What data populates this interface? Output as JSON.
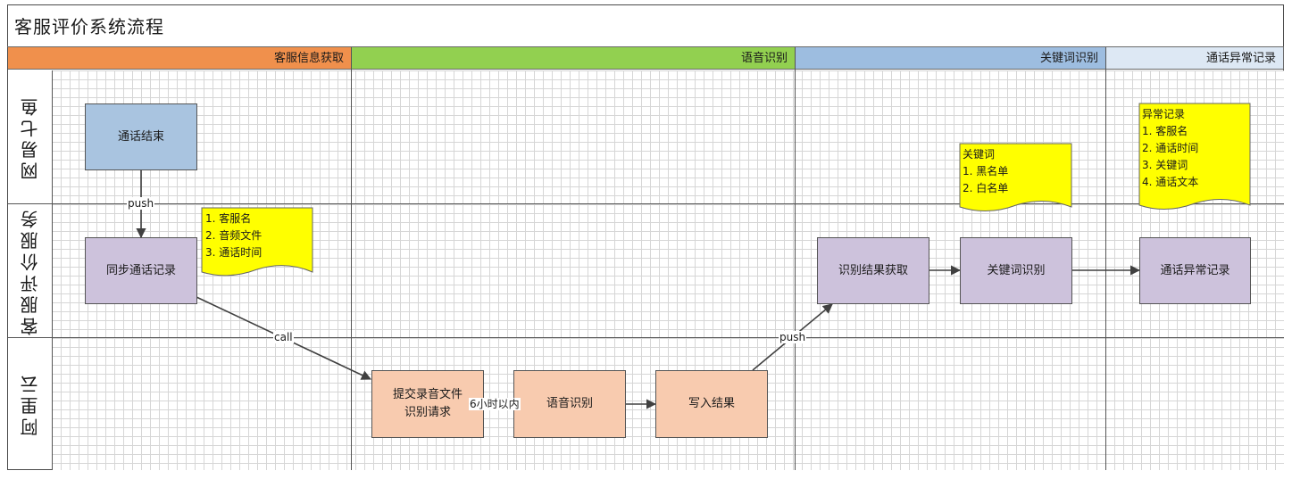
{
  "title": "客服评价系统流程",
  "phases": [
    {
      "label": "客服信息获取",
      "color": "#f0904c"
    },
    {
      "label": "语音识别",
      "color": "#92d050"
    },
    {
      "label": "关键词识别",
      "color": "#9dbde0"
    },
    {
      "label": "通话异常记录",
      "color": "#dde8f4"
    }
  ],
  "lanes": [
    "网易七鱼",
    "客服评价服务",
    "阿里云"
  ],
  "nodes": {
    "call_end": "通话结束",
    "sync_record": "同步通话记录",
    "submit_line1": "提交录音文件",
    "submit_line2": "识别请求",
    "speech_recog": "语音识别",
    "write_result": "写入结果",
    "fetch_result": "识别结果获取",
    "keyword_recog": "关键词识别",
    "abnormal_record": "通话异常记录"
  },
  "notes": {
    "sync": [
      "1. 客服名",
      "2. 音频文件",
      "3. 通话时间"
    ],
    "keyword": [
      "关键词",
      "1. 黑名单",
      "2. 白名单"
    ],
    "abnormal": [
      "异常记录",
      "1. 客服名",
      "2. 通话时间",
      "3. 关键词",
      "4. 通话文本"
    ]
  },
  "edge_labels": {
    "push_top": "push",
    "call": "call",
    "duration": "6小时以内",
    "push_bottom": "push"
  },
  "colors": {
    "node_blue": "#a9c4e0",
    "node_purple": "#cdc2dc",
    "node_orange": "#f8cbaf",
    "note_yellow": "#ffff00"
  }
}
